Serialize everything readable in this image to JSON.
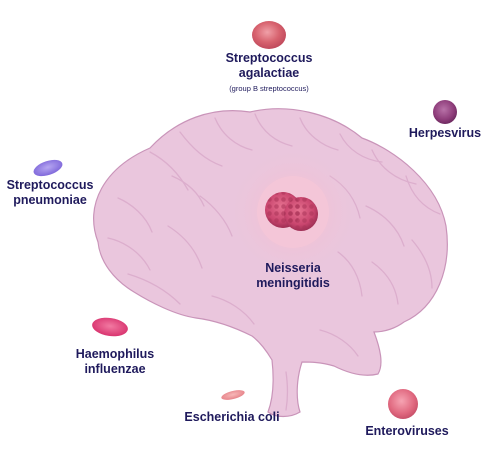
{
  "labels": {
    "strep_agalactiae": {
      "line1": "Streptococcus",
      "line2": "agalactiae",
      "note": "(group B streptococcus)"
    },
    "herpesvirus": {
      "line1": "Herpesvirus"
    },
    "strep_pneumoniae": {
      "line1": "Streptococcus",
      "line2": "pneumoniae"
    },
    "neisseria": {
      "line1": "Neisseria",
      "line2": "meningitidis"
    },
    "haemophilus": {
      "line1": "Haemophilus",
      "line2": "influenzae"
    },
    "ecoli": {
      "line1": "Escherichia coli"
    },
    "enteroviruses": {
      "line1": "Enteroviruses"
    }
  },
  "colors": {
    "label_text": "#1f1a5c",
    "brain_fill": "#e9c4dc",
    "brain_stroke": "#c78fb6",
    "neisseria_core": "#c9456e",
    "strep_agalactiae_cell": "#d7626e",
    "herpesvirus_cell": "#8e3d7a",
    "strep_pneumoniae_cell": "#8f78e0",
    "haemophilus_cell": "#e0407a",
    "ecoli_cell": "#ec8f92",
    "enteroviruses_cell": "#e0687f"
  }
}
